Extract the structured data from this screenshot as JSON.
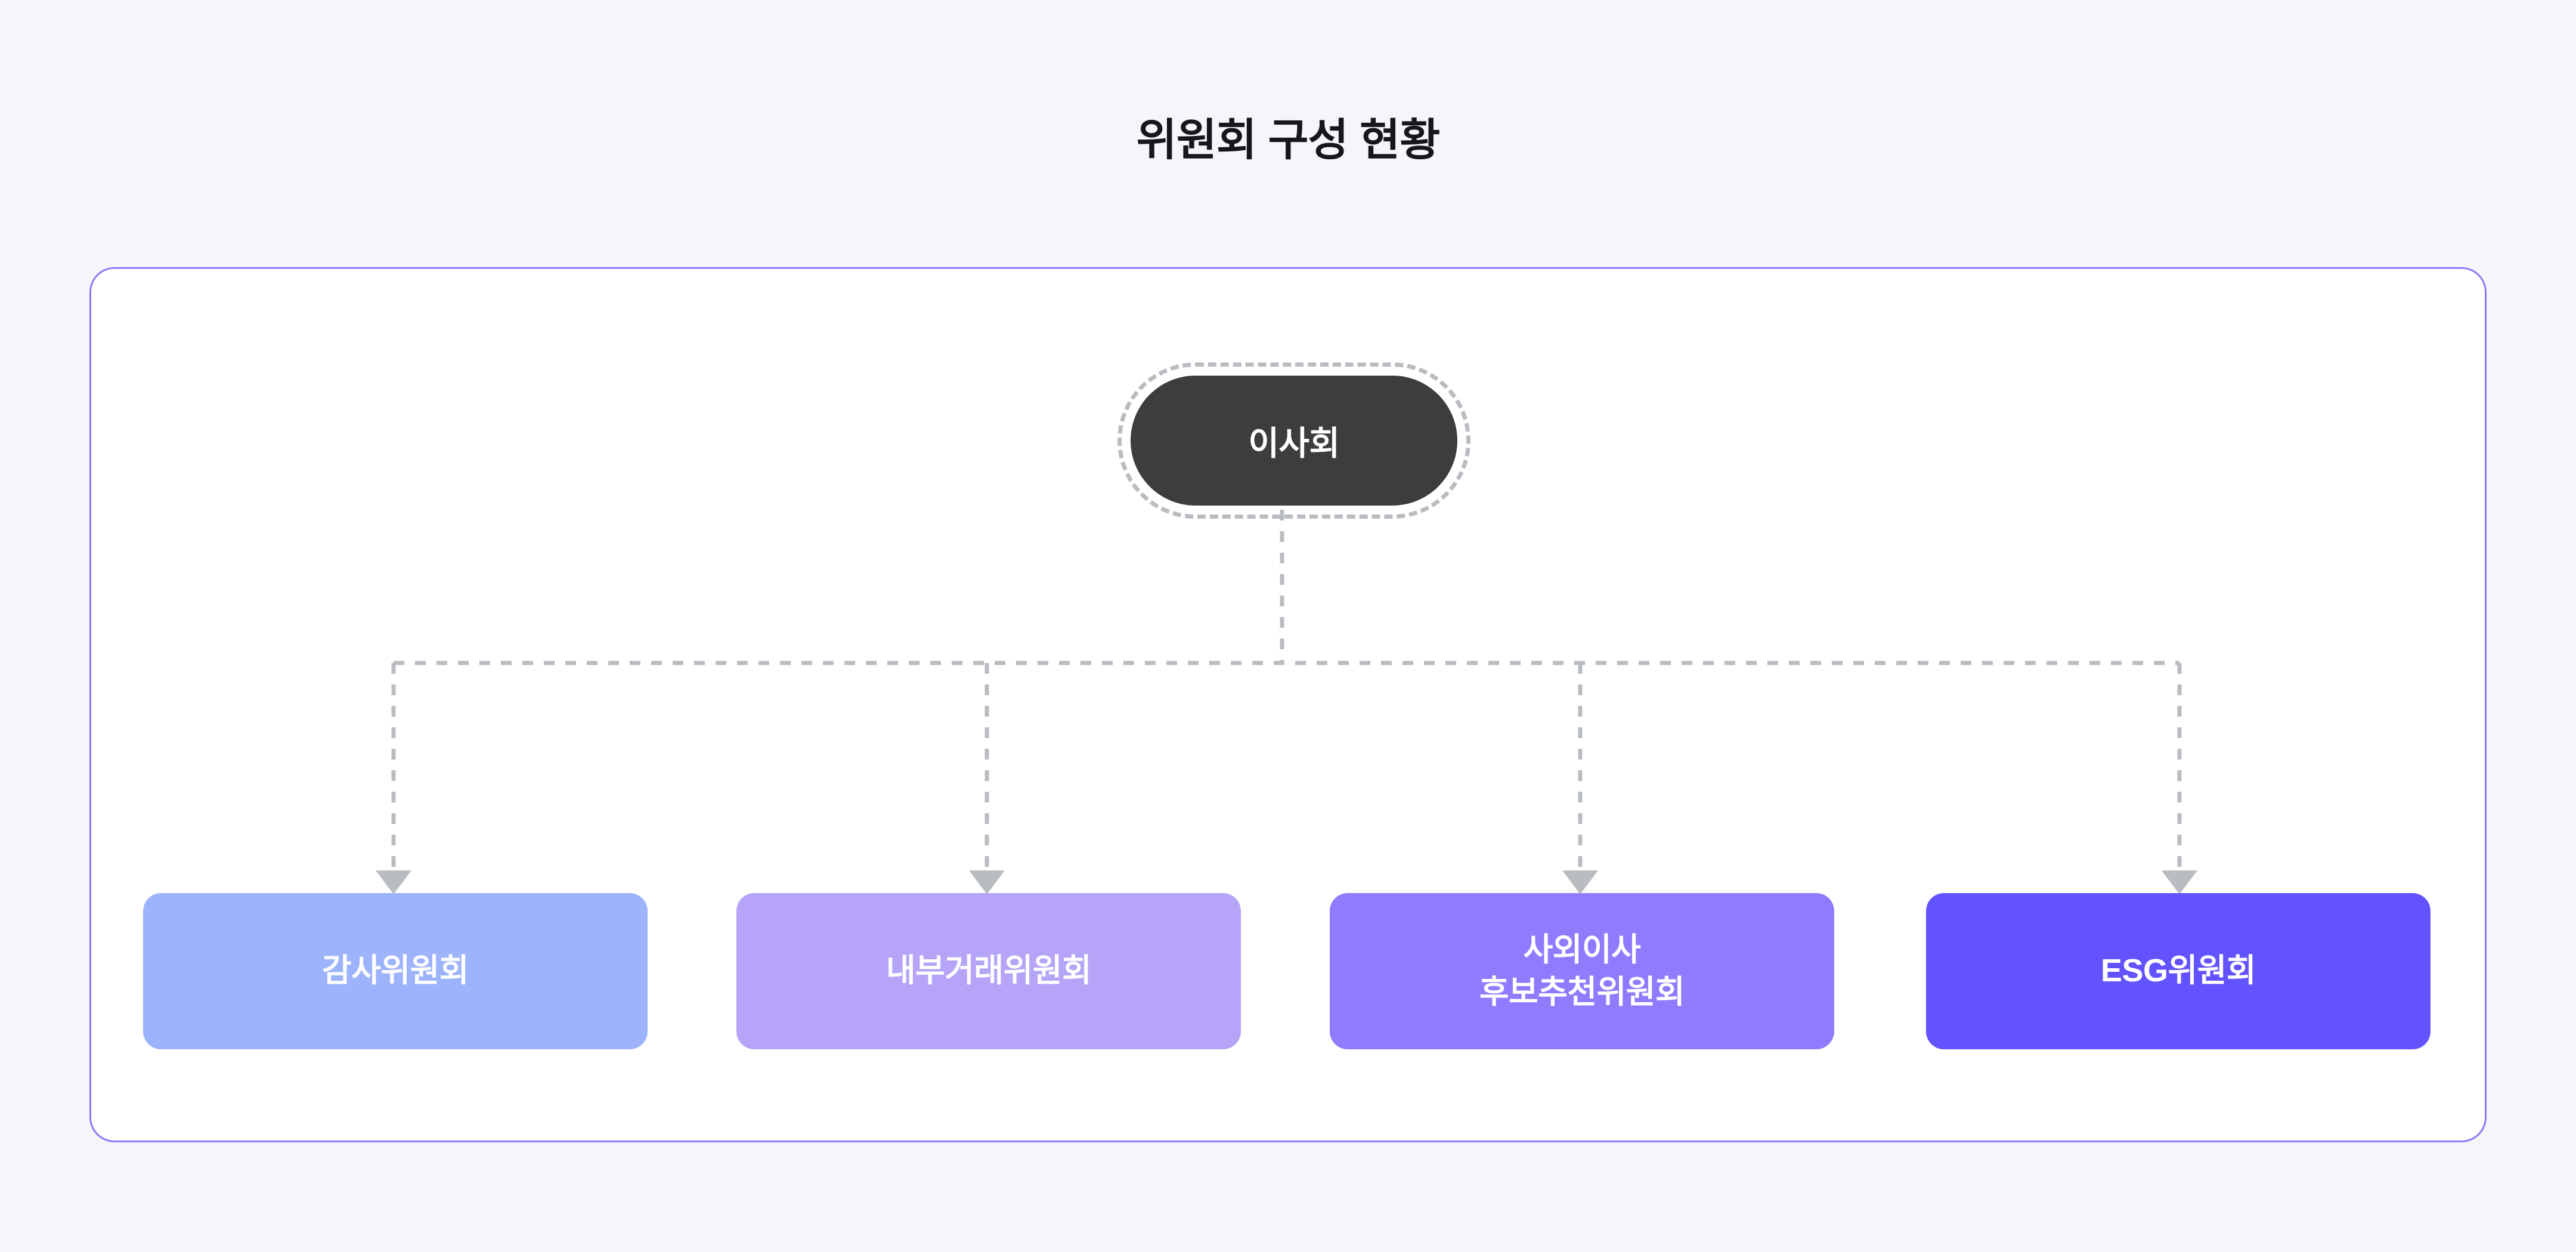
{
  "title": "위원회 구성 현황",
  "theme": {
    "page_background": "#f5f6fa",
    "frame_background": "#ffffff",
    "frame_border": "#8b7cf6",
    "connector": "#b9bcc0",
    "root_fill": "#3d3d3d",
    "root_text": "#ffffff",
    "card_text": "#ffffff"
  },
  "root": {
    "label": "이사회",
    "fill": "#3d3d3d",
    "outline_style": "dashed"
  },
  "committees": [
    {
      "label": "감사위원회",
      "fill": "#9db3fb"
    },
    {
      "label": "내부거래위원회",
      "fill": "#b5a4f7"
    },
    {
      "label": "사외이사\n후보추천위원회",
      "fill": "#8f7bfd"
    },
    {
      "label": "ESG위원회",
      "fill": "#6253fe"
    }
  ],
  "chart_data": {
    "type": "diagram",
    "diagram_type": "organizational-hierarchy",
    "title": "위원회 구성 현황",
    "orientation": "top-down",
    "connector_style": "dashed-elbow-with-arrowhead",
    "nodes": [
      {
        "id": "board",
        "label": "이사회",
        "level": 0,
        "shape": "pill",
        "fill": "#3d3d3d"
      },
      {
        "id": "audit",
        "label": "감사위원회",
        "level": 1,
        "shape": "rounded-rect",
        "fill": "#9db3fb"
      },
      {
        "id": "internal-trade",
        "label": "내부거래위원회",
        "level": 1,
        "shape": "rounded-rect",
        "fill": "#b5a4f7"
      },
      {
        "id": "outside-director-nomination",
        "label": "사외이사 후보추천위원회",
        "level": 1,
        "shape": "rounded-rect",
        "fill": "#8f7bfd"
      },
      {
        "id": "esg",
        "label": "ESG위원회",
        "level": 1,
        "shape": "rounded-rect",
        "fill": "#6253fe"
      }
    ],
    "edges": [
      {
        "from": "board",
        "to": "audit"
      },
      {
        "from": "board",
        "to": "internal-trade"
      },
      {
        "from": "board",
        "to": "outside-director-nomination"
      },
      {
        "from": "board",
        "to": "esg"
      }
    ]
  }
}
